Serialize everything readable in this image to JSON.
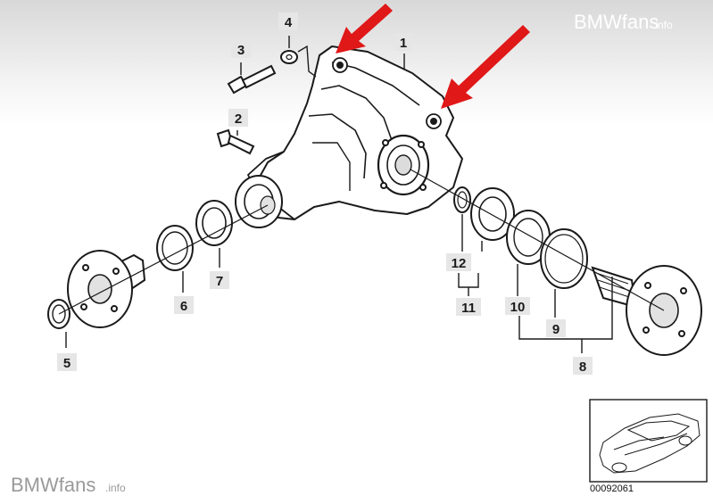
{
  "watermark_top": {
    "brand": "BMWfans",
    "suffix": ".info"
  },
  "watermark_bottom": {
    "brand": "BMWfans",
    "suffix": ".info"
  },
  "reference_number": "00092061",
  "callouts": [
    {
      "id": "1",
      "label": "1"
    },
    {
      "id": "2",
      "label": "2"
    },
    {
      "id": "3",
      "label": "3"
    },
    {
      "id": "4",
      "label": "4"
    },
    {
      "id": "5",
      "label": "5"
    },
    {
      "id": "6",
      "label": "6"
    },
    {
      "id": "7",
      "label": "7"
    },
    {
      "id": "8",
      "label": "8"
    },
    {
      "id": "9",
      "label": "9"
    },
    {
      "id": "10",
      "label": "10"
    },
    {
      "id": "11",
      "label": "11"
    },
    {
      "id": "12",
      "label": "12"
    }
  ],
  "colors": {
    "arrow": "#e01818",
    "outline": "#1a1a1a",
    "label_box": "#e6e6e6",
    "background_top": "#d8d8d8"
  }
}
